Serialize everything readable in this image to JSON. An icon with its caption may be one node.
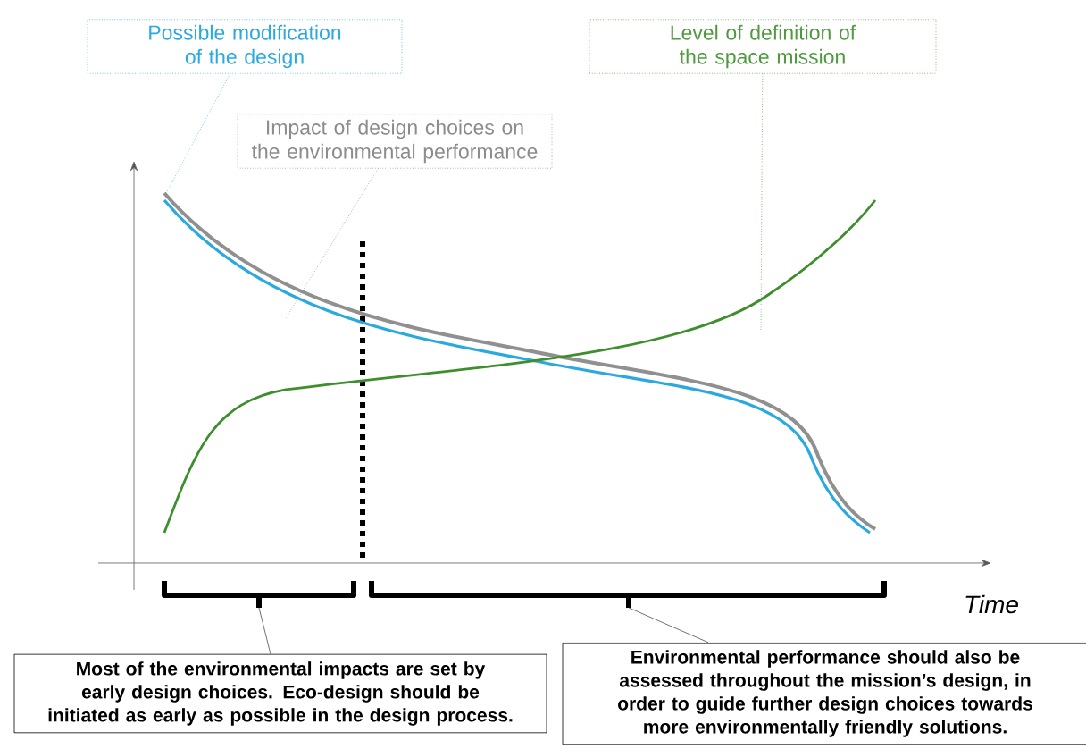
{
  "diagram": {
    "nodes": [
      {
        "text": [
          "Possible modification of the design"
        ]
      },
      {
        "text": [
          "Impact of design choices on the environmental performance"
        ]
      },
      {
        "text": [
          "Level of definition of the space mission"
        ]
      },
      {
        "text": [
          "Most of the environmental impacts are set by early design choices.  Eco-design should be initiated as early as possible in the design process."
        ]
      },
      {
        "text": [
          "Environmental performance should also be assessed throughout the mission’s design, in order to guide further design choices towards more environmentally friendly solutions."
        ]
      },
      {
        "text": [],
        "shape": "bracket"
      },
      {
        "text": [],
        "shape": "bracket"
      }
    ],
    "edges": [
      {
        "from": 0,
        "to": null,
        "arrow": "none",
        "style": "dashed",
        "color": "#29a9e0"
      },
      {
        "from": 1,
        "to": null,
        "arrow": "none",
        "style": "dashed",
        "color": "#a0a0a0"
      },
      {
        "from": 2,
        "to": null,
        "arrow": "none",
        "style": "dashed",
        "color": "#60a860"
      },
      {
        "from": 3,
        "to": 5,
        "arrow": "none"
      },
      {
        "from": 4,
        "to": 6,
        "arrow": "none"
      }
    ],
    "labels": [
      "Time"
    ]
  }
}
